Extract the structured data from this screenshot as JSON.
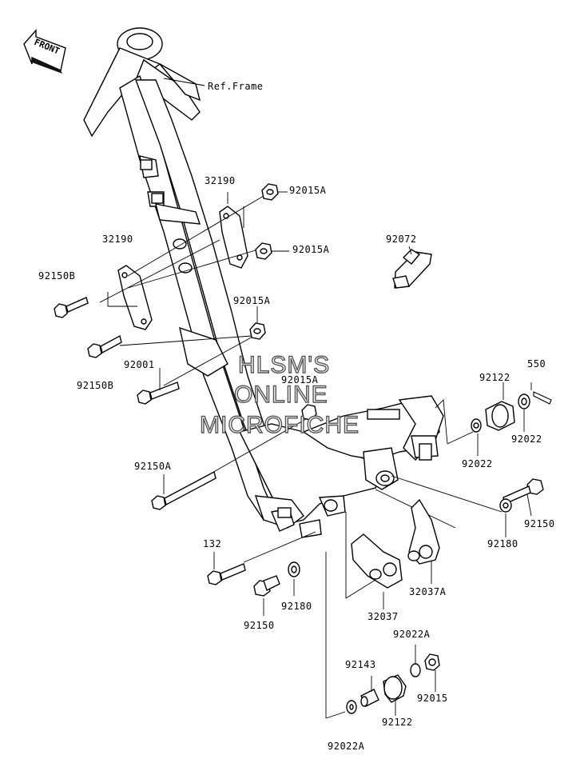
{
  "front_arrow": {
    "label": "FRONT"
  },
  "frame": {
    "ref_label": "Ref.Frame"
  },
  "watermark": {
    "line1": "HLSM'S",
    "line2": "ONLINE",
    "line3": "MICROFICHE"
  },
  "labels": {
    "l32190_a": "32190",
    "l32190_b": "32190",
    "l92015A_1": "92015A",
    "l92015A_2": "92015A",
    "l92015A_3": "92015A",
    "l92015A_4": "92015A",
    "l92072": "92072",
    "l92150B_1": "92150B",
    "l92150B_2": "92150B",
    "l92001": "92001",
    "l550": "550",
    "l92122_1": "92122",
    "l92022_1": "92022",
    "l92022_2": "92022",
    "l92150A": "92150A",
    "l92150_1": "92150",
    "l92180_1": "92180",
    "l132": "132",
    "l92180_2": "92180",
    "l92150_2": "92150",
    "l32037": "32037",
    "l32037A": "32037A",
    "l92022A_1": "92022A",
    "l92143": "92143",
    "l92015": "92015",
    "l92122_2": "92122",
    "l92022A_2": "92022A"
  }
}
